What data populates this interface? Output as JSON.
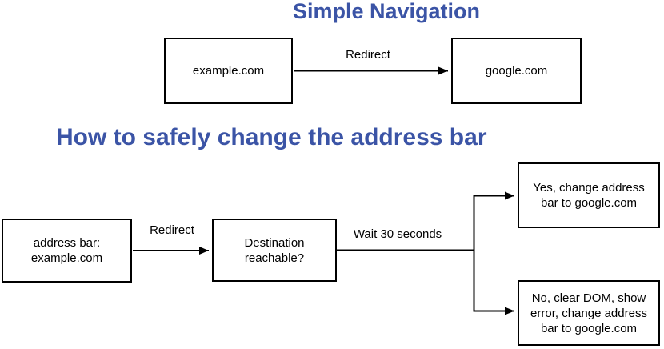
{
  "colors": {
    "title_blue": "#3b54a6",
    "line_black": "#000000",
    "box_border": "#000000",
    "box_background": "#ffffff"
  },
  "simple_navigation": {
    "title": "Simple Navigation",
    "nodes": {
      "source": {
        "label": "example.com"
      },
      "target": {
        "label": "google.com"
      }
    },
    "edges": {
      "redirect": {
        "label": "Redirect"
      }
    }
  },
  "safe_change": {
    "title": "How to safely change the address bar",
    "nodes": {
      "address_bar": {
        "label": "address bar: example.com"
      },
      "destination": {
        "label": "Destination reachable?"
      },
      "yes": {
        "label": "Yes, change address bar to google.com"
      },
      "no": {
        "label": "No, clear DOM, show error, change address bar to google.com"
      }
    },
    "edges": {
      "redirect": {
        "label": "Redirect"
      },
      "wait": {
        "label": "Wait 30 seconds"
      }
    }
  }
}
